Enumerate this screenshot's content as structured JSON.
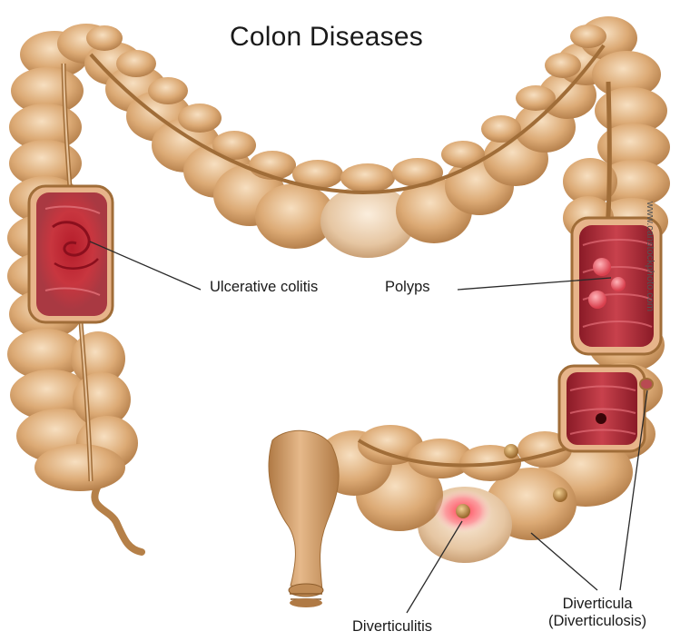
{
  "title": "Colon Diseases",
  "labels": {
    "ulcerative_colitis": "Ulcerative colitis",
    "polyps": "Polyps",
    "diverticulitis": "Diverticulitis",
    "diverticula_line1": "Diverticula",
    "diverticula_line2": "(Diverticulosis)"
  },
  "watermark": "www.canstockphoto.com",
  "colors": {
    "tissue": "#dca671",
    "tissue_shadow": "#b57f4a",
    "tissue_highlight": "#f6dcbc",
    "lesion_red": "#b22b36",
    "lesion_dark": "#7a1420",
    "polyp": "#e25562",
    "diverticulum": "#c99453",
    "inflamed": "#ff4a5a"
  }
}
